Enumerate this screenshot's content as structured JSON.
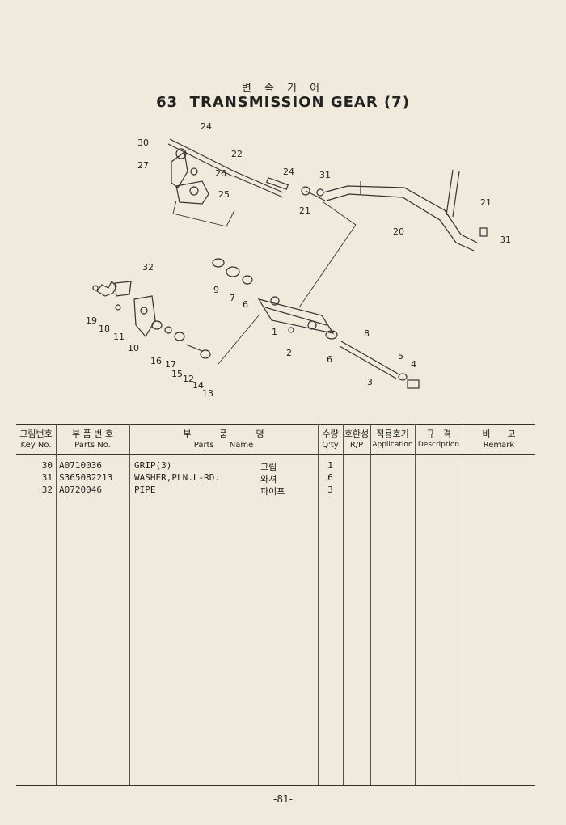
{
  "header": {
    "title_korean": "변 속 기 어",
    "section_number": "63",
    "title": "TRANSMISSION GEAR (7)"
  },
  "diagram": {
    "callouts": [
      "24",
      "30",
      "22",
      "27",
      "26",
      "24",
      "31",
      "25",
      "21",
      "21",
      "20",
      "31",
      "32",
      "9",
      "7",
      "6",
      "19",
      "18",
      "11",
      "10",
      "16",
      "17",
      "15",
      "12",
      "14",
      "13",
      "1",
      "2",
      "8",
      "6",
      "5",
      "4",
      "3"
    ]
  },
  "table": {
    "headers_korean": [
      "그림번호",
      "부 품 번 호",
      "부          품          명",
      "수량",
      "호환성",
      "적용호기",
      "규   격",
      "비      고"
    ],
    "headers_english": [
      "Key No.",
      "Parts No.",
      "Parts      Name",
      "Q'ty",
      "R/P",
      "Application",
      "Description",
      "Remark"
    ],
    "rows": [
      {
        "key": "30",
        "part_no": "A0710036",
        "name": "GRIP(3)",
        "name_kr": "그립",
        "qty": "1"
      },
      {
        "key": "31",
        "part_no": "S365082213",
        "name": "WASHER,PLN.L-RD.",
        "name_kr": "와셔",
        "qty": "6"
      },
      {
        "key": "32",
        "part_no": "A0720046",
        "name": "PIPE",
        "name_kr": "파이프",
        "qty": "3"
      }
    ]
  },
  "footer": {
    "page_number": "-81-"
  }
}
